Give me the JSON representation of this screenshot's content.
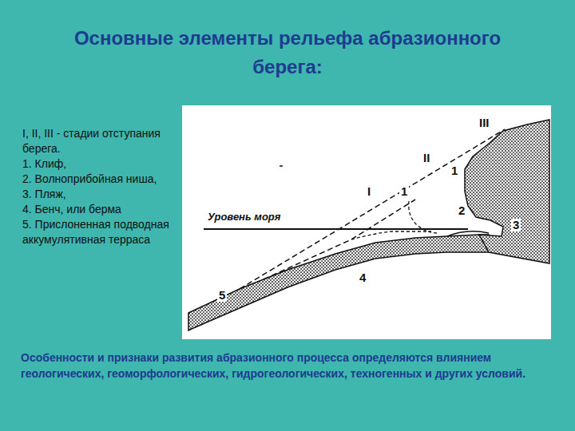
{
  "diagram": {
    "title": "Основные элементы рельефа абразионного берега:",
    "caption": "Особенности и признаки развития абразионного процесса определяются влиянием геологических, геоморфологических, гидрогеологических, техногенных и других условий.",
    "labels": [
      "I, II, III - стадии отступания берега.",
      "1. Клиф,",
      "2. Волноприбойная ниша,",
      "3. Пляж,",
      "4. Бенч, или берма",
      "5. Прислоненная подводная аккумулятивная терраса",
      "Уровень моря",
      "III",
      "II",
      "I",
      "1",
      "1",
      "2",
      "3",
      "4",
      "5"
    ]
  }
}
